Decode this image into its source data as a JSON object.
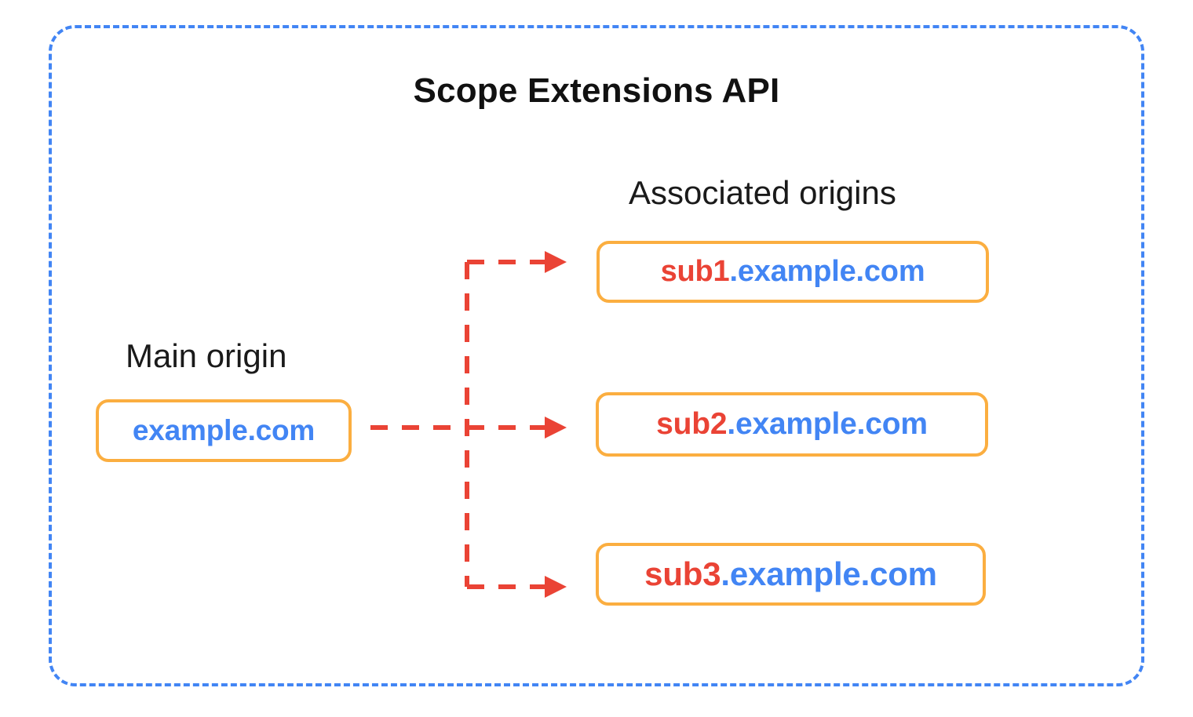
{
  "diagram": {
    "title": "Scope Extensions API",
    "frame": {
      "style": "dashed-rounded-rectangle",
      "color": "#4285F4"
    },
    "colors": {
      "frame_blue": "#4285F4",
      "box_border_orange": "#FBAE40",
      "arrow_red": "#EA4335",
      "subdomain_red": "#EA4335",
      "domain_blue": "#4285F4",
      "text_black": "#1a1a1a",
      "background": "#ffffff"
    },
    "groups": {
      "main": {
        "label": "Main origin",
        "box": {
          "sub": "",
          "base": "example.com",
          "full": "example.com"
        }
      },
      "associated": {
        "label": "Associated origins",
        "boxes": [
          {
            "sub": "sub1",
            "base": ".example.com",
            "full": "sub1.example.com"
          },
          {
            "sub": "sub2",
            "base": ".example.com",
            "full": "sub2.example.com"
          },
          {
            "sub": "sub3",
            "base": ".example.com",
            "full": "sub3.example.com"
          }
        ]
      }
    },
    "connectors": {
      "style": "dashed",
      "color": "#EA4335",
      "arrowhead": "triangle",
      "edges": [
        {
          "from": "example.com",
          "to": "sub1.example.com"
        },
        {
          "from": "example.com",
          "to": "sub2.example.com"
        },
        {
          "from": "example.com",
          "to": "sub3.example.com"
        }
      ]
    }
  }
}
